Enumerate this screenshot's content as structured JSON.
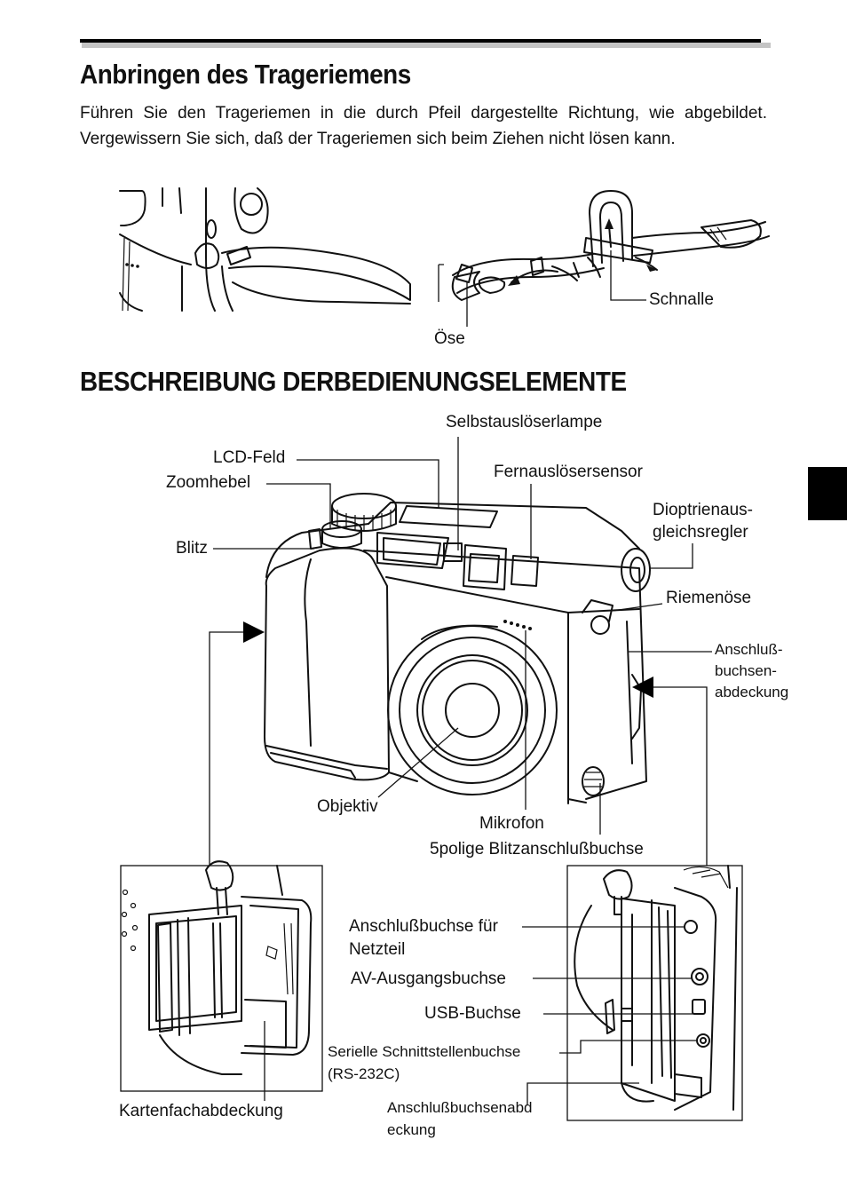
{
  "section1": {
    "title": "Anbringen des Trageriemens",
    "body": "Führen Sie den Trageriemen in die durch Pfeil dargestellte Richtung, wie abgebildet. Vergewissern Sie sich, daß der Trageriemen sich beim Ziehen nicht lösen kann."
  },
  "strap_labels": {
    "buckle": "Schnalle",
    "eyelet": "Öse"
  },
  "section2": {
    "title": "BESCHREIBUNG DERBEDIENUNGSELEMENTE"
  },
  "camera_labels": {
    "self_timer_lamp": "Selbstauslöserlampe",
    "lcd_panel": "LCD-Feld",
    "zoom_lever": "Zoomhebel",
    "remote_sensor": "Fernauslösersensor",
    "diopter_1": "Dioptrienaus-",
    "diopter_2": "gleichsregler",
    "flash": "Blitz",
    "strap_eyelet": "Riemenöse",
    "jack_cover_1": "Anschluß-",
    "jack_cover_2": "buchsen-",
    "jack_cover_3": "abdeckung",
    "lens": "Objektiv",
    "microphone": "Mikrofon",
    "flash_socket": "5polige Blitzanschlußbuchse",
    "dc_in_1": "Anschlußbuchse für",
    "dc_in_2": "Netzteil",
    "av_out": "AV-Ausgangsbuchse",
    "usb": "USB-Buchse",
    "serial_1": "Serielle Schnittstellenbuchse",
    "serial_2": "(RS-232C)",
    "card_cover": "Kartenfachabdeckung",
    "jack_cover_bottom_1": "Anschlußbuchsenabd",
    "jack_cover_bottom_2": "eckung"
  },
  "colors": {
    "ink": "#111111",
    "tab": "#000000",
    "rule_shadow": "#b8b8b8"
  }
}
